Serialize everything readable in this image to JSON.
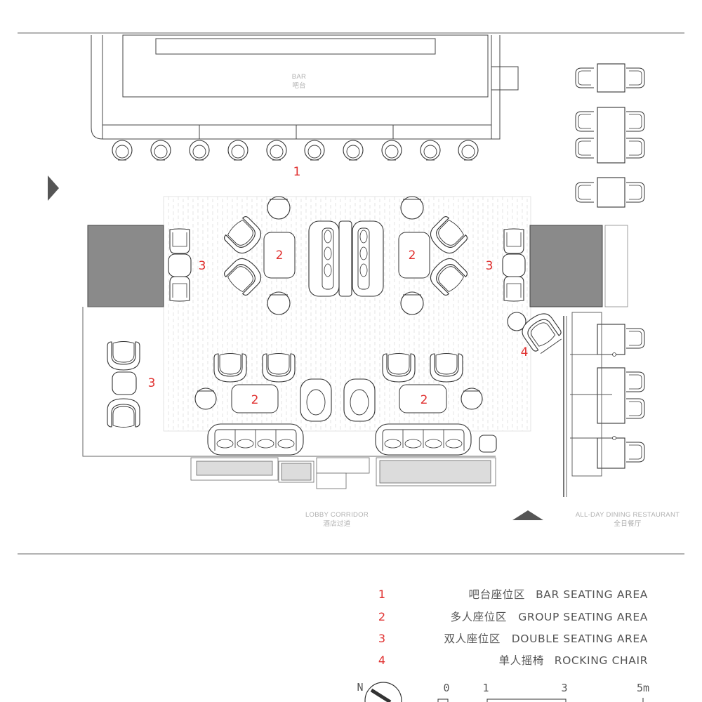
{
  "plan": {
    "bar_label_en": "BAR",
    "bar_label_cn": "吧台",
    "lobby_label_en": "LOBBY CORRIDOR",
    "lobby_label_cn": "酒店过道",
    "restaurant_label_en": "ALL-DAY DINING RESTAURANT",
    "restaurant_label_cn": "全日餐厅",
    "area_numbers": {
      "bar": "1",
      "group": "2",
      "double": "3",
      "rocking": "4"
    }
  },
  "legend": [
    {
      "number": "1",
      "cn": "吧台座位区",
      "en": "BAR SEATING AREA"
    },
    {
      "number": "2",
      "cn": "多人座位区",
      "en": "GROUP SEATING AREA"
    },
    {
      "number": "3",
      "cn": "双人座位区",
      "en": "DOUBLE SEATING AREA"
    },
    {
      "number": "4",
      "cn": "单人摇椅",
      "en": "ROCKING CHAIR"
    }
  ],
  "scale_bar": {
    "ticks": [
      "0",
      "1",
      "3",
      "5m"
    ]
  },
  "north_arrow": {
    "label": "N"
  },
  "colors": {
    "number_red": "#e0302f",
    "line": "#333333",
    "dark_block": "#8a8a8a",
    "light_fill": "#dcdcdc"
  }
}
